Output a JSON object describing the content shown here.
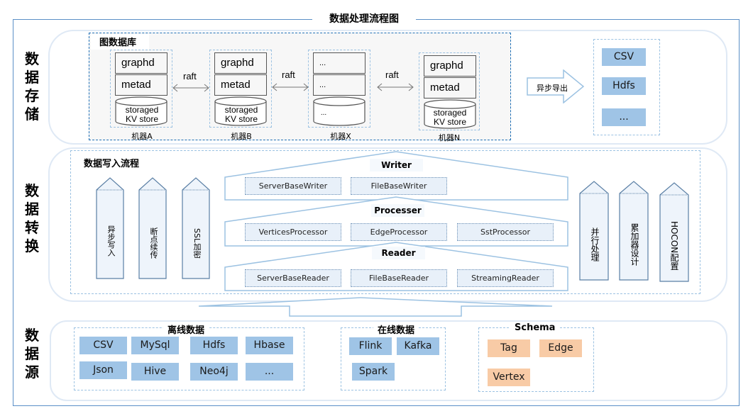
{
  "title": "数据处理流程图",
  "sections": {
    "storage": {
      "label": "数据存储"
    },
    "transform": {
      "label": "数据转换"
    },
    "source": {
      "label": "数据源"
    }
  },
  "graph_db": {
    "title": "图数据库",
    "machines": [
      {
        "label": "机器A",
        "services": [
          "graphd",
          "metad"
        ],
        "store": [
          "storaged",
          "KV store"
        ]
      },
      {
        "label": "机器B",
        "services": [
          "graphd",
          "metad"
        ],
        "store": [
          "storaged",
          "KV store"
        ]
      },
      {
        "label": "机器X",
        "services": [
          "...",
          "..."
        ],
        "store": [
          "...",
          ""
        ]
      },
      {
        "label": "机器N",
        "services": [
          "graphd",
          "metad"
        ],
        "store": [
          "storaged",
          "KV store"
        ]
      }
    ],
    "links": [
      "raft",
      "raft",
      "raft"
    ]
  },
  "export": {
    "arrow_label": "异步导出",
    "targets": [
      "CSV",
      "Hdfs",
      "..."
    ]
  },
  "write_flow": {
    "title": "数据写入流程",
    "left_features": [
      "异步写入",
      "断点续传",
      "SSL加密"
    ],
    "right_features": [
      "并行处理",
      "累加器设计",
      "HOCON配置"
    ],
    "stages": [
      {
        "name": "Writer",
        "components": [
          "ServerBaseWriter",
          "FileBaseWriter"
        ]
      },
      {
        "name": "Processer",
        "components": [
          "VerticesProcessor",
          "EdgeProcessor",
          "SstProcessor"
        ]
      },
      {
        "name": "Reader",
        "components": [
          "ServerBaseReader",
          "FileBaseReader",
          "StreamingReader"
        ]
      }
    ]
  },
  "sources": {
    "offline": {
      "title": "离线数据",
      "items": [
        "CSV",
        "MySql",
        "Hdfs",
        "Hbase",
        "Json",
        "Hive",
        "Neo4j",
        "..."
      ]
    },
    "online": {
      "title": "在线数据",
      "items": [
        "Flink",
        "Kafka",
        "Spark"
      ]
    },
    "schema": {
      "title": "Schema",
      "items": [
        "Tag",
        "Edge",
        "Vertex"
      ]
    }
  },
  "colors": {
    "frame": "#5b8fc7",
    "chip_blue": "#9fc4e6",
    "chip_orange": "#f8cba6",
    "dashed": "#9cc2e2",
    "graphdb_border": "#1f6fb5"
  }
}
